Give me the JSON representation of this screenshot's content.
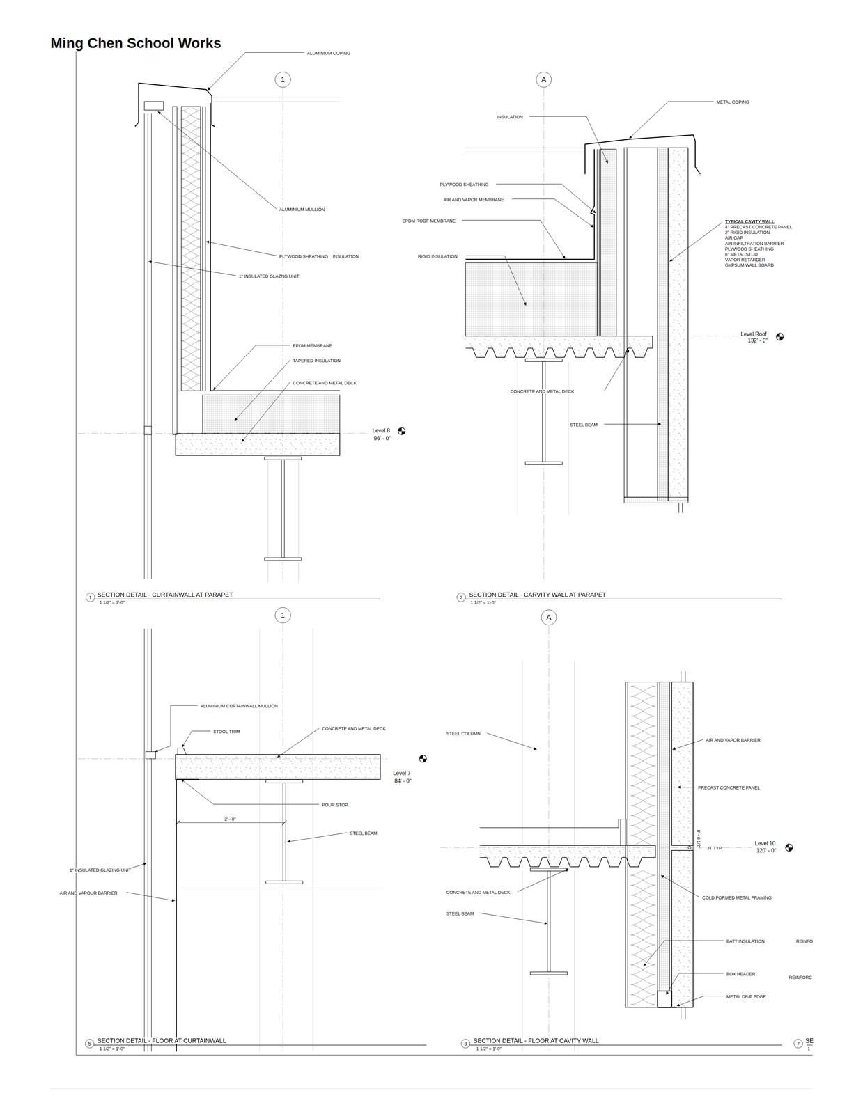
{
  "diagram": {
    "title": "Ming Chen School Works",
    "nodes": [
      {
        "text": [
          "1"
        ]
      },
      {
        "text": [
          "A"
        ]
      },
      {
        "text": [
          "1"
        ]
      },
      {
        "text": [
          "2"
        ]
      },
      {
        "text": [
          "1"
        ]
      },
      {
        "text": [
          "A"
        ]
      },
      {
        "text": [
          "5"
        ]
      },
      {
        "text": [
          "3"
        ]
      },
      {
        "text": [
          "7"
        ]
      }
    ],
    "labels": [
      "ALUMINIUM COPING",
      "ALUMINIUM MULLION",
      "PLYWOOD SHEATHING",
      "INSULATION",
      "1\" INSULATED GLAZNG UNIT",
      "EPDM MEMBRANE",
      "TAPERED INSULATION",
      "CONCRETE AND METAL DECK",
      "Level 8",
      "96' - 0\"",
      "SECTION DETAIL - CURTAINWALL AT PARAPET",
      "1 1/2\" = 1'-0\"",
      "METAL COPING",
      "INSULATION",
      "PLYWOOD SHEATHING",
      "AIR AND VAPOR MEMBRANE",
      "EPDM ROOF MEMBRANE",
      "RIGID INSULATION",
      "TYPICAL CAVITY WALL",
      "4\" PRECAST CONCRETE PANEL",
      "2\" RIGID INSULATION",
      "AIR GAP",
      "AIR INFILTRATION BARRIER",
      "PLYWOOD SHEATHING",
      "6\" METAL STUD",
      "VAPOR RETARDER",
      "GYPSUM WALL BOARD",
      "Level Roof",
      "132' - 0\"",
      "CONCRETE AND METAL DECK",
      "STEEL BEAM",
      "SECTION DETAIL - CARVITY WALL AT PARAPET",
      "1 1/2\" = 1'-0\"",
      "ALUMINIUM CURTAINWALL MULLION",
      "STOOL TRIM",
      "CONCRETE AND METAL DECK",
      "Level 7",
      "84' - 0\"",
      "POUR STOP",
      "2' - 0\"",
      "STEEL BEAM",
      "1\" INSULATED GLAZING UNIT",
      "AIR AND VAPOUR BARRIER",
      "SECTION DETAIL - FLOOR AT CURTAINWALL",
      "1 1/2\" = 1'-0\"",
      "STEEL COLUMN",
      "AIR AND VAPOR BARRIER",
      "PRECAST CONCRETE PANEL",
      "0' - 0 1/2\"",
      "JT TYP",
      "Level 10",
      "120' - 0\"",
      "CONCRETE AND METAL DECK",
      "STEEL BEAM",
      "COLD FORMED METAL FRAMING",
      "BATT INSULATION",
      "REINFO",
      "BOX HEADER",
      "REINFORC",
      "METAL DRIP EDGE",
      "SECTION DETAIL - FLOOR AT CAVITY WALL",
      "1 1/2\" = 1'-0\"",
      "SE",
      "1"
    ]
  }
}
